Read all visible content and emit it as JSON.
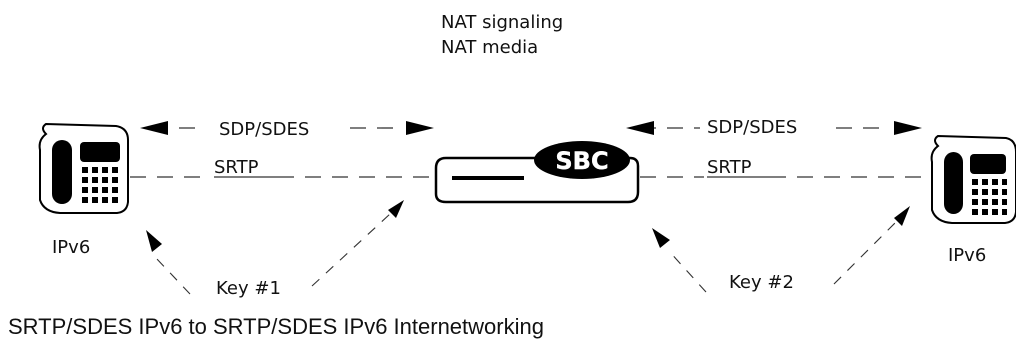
{
  "nat": {
    "line1": "NAT signaling",
    "line2": "NAT media"
  },
  "left_phone": {
    "label": "IPv6"
  },
  "right_phone": {
    "label": "IPv6"
  },
  "sbc": {
    "badge": "SBC"
  },
  "left_link": {
    "signaling": "SDP/SDES",
    "media": "SRTP",
    "key": "Key #1"
  },
  "right_link": {
    "signaling": "SDP/SDES",
    "media": "SRTP",
    "key": "Key #2"
  },
  "caption": "SRTP/SDES IPv6 to SRTP/SDES IPv6 Internetworking"
}
